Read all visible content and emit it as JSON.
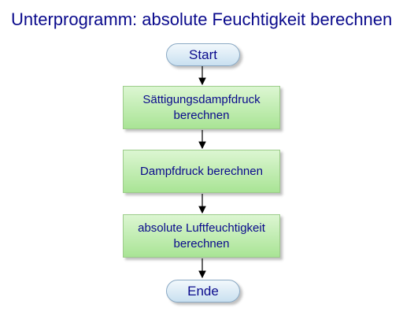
{
  "title": "Unterprogramm: absolute Feuchtigkeit berechnen",
  "flowchart": {
    "start_label": "Start",
    "step1_label": "Sättigungsdampfdruck berechnen",
    "step2_label": "Dampfdruck berechnen",
    "step3_label": "absolute Luftfeuchtigkeit berechnen",
    "end_label": "Ende",
    "colors": {
      "terminal_fill": "#c9e0f0",
      "process_fill": "#a9e495",
      "text": "#0a0a8c"
    }
  }
}
